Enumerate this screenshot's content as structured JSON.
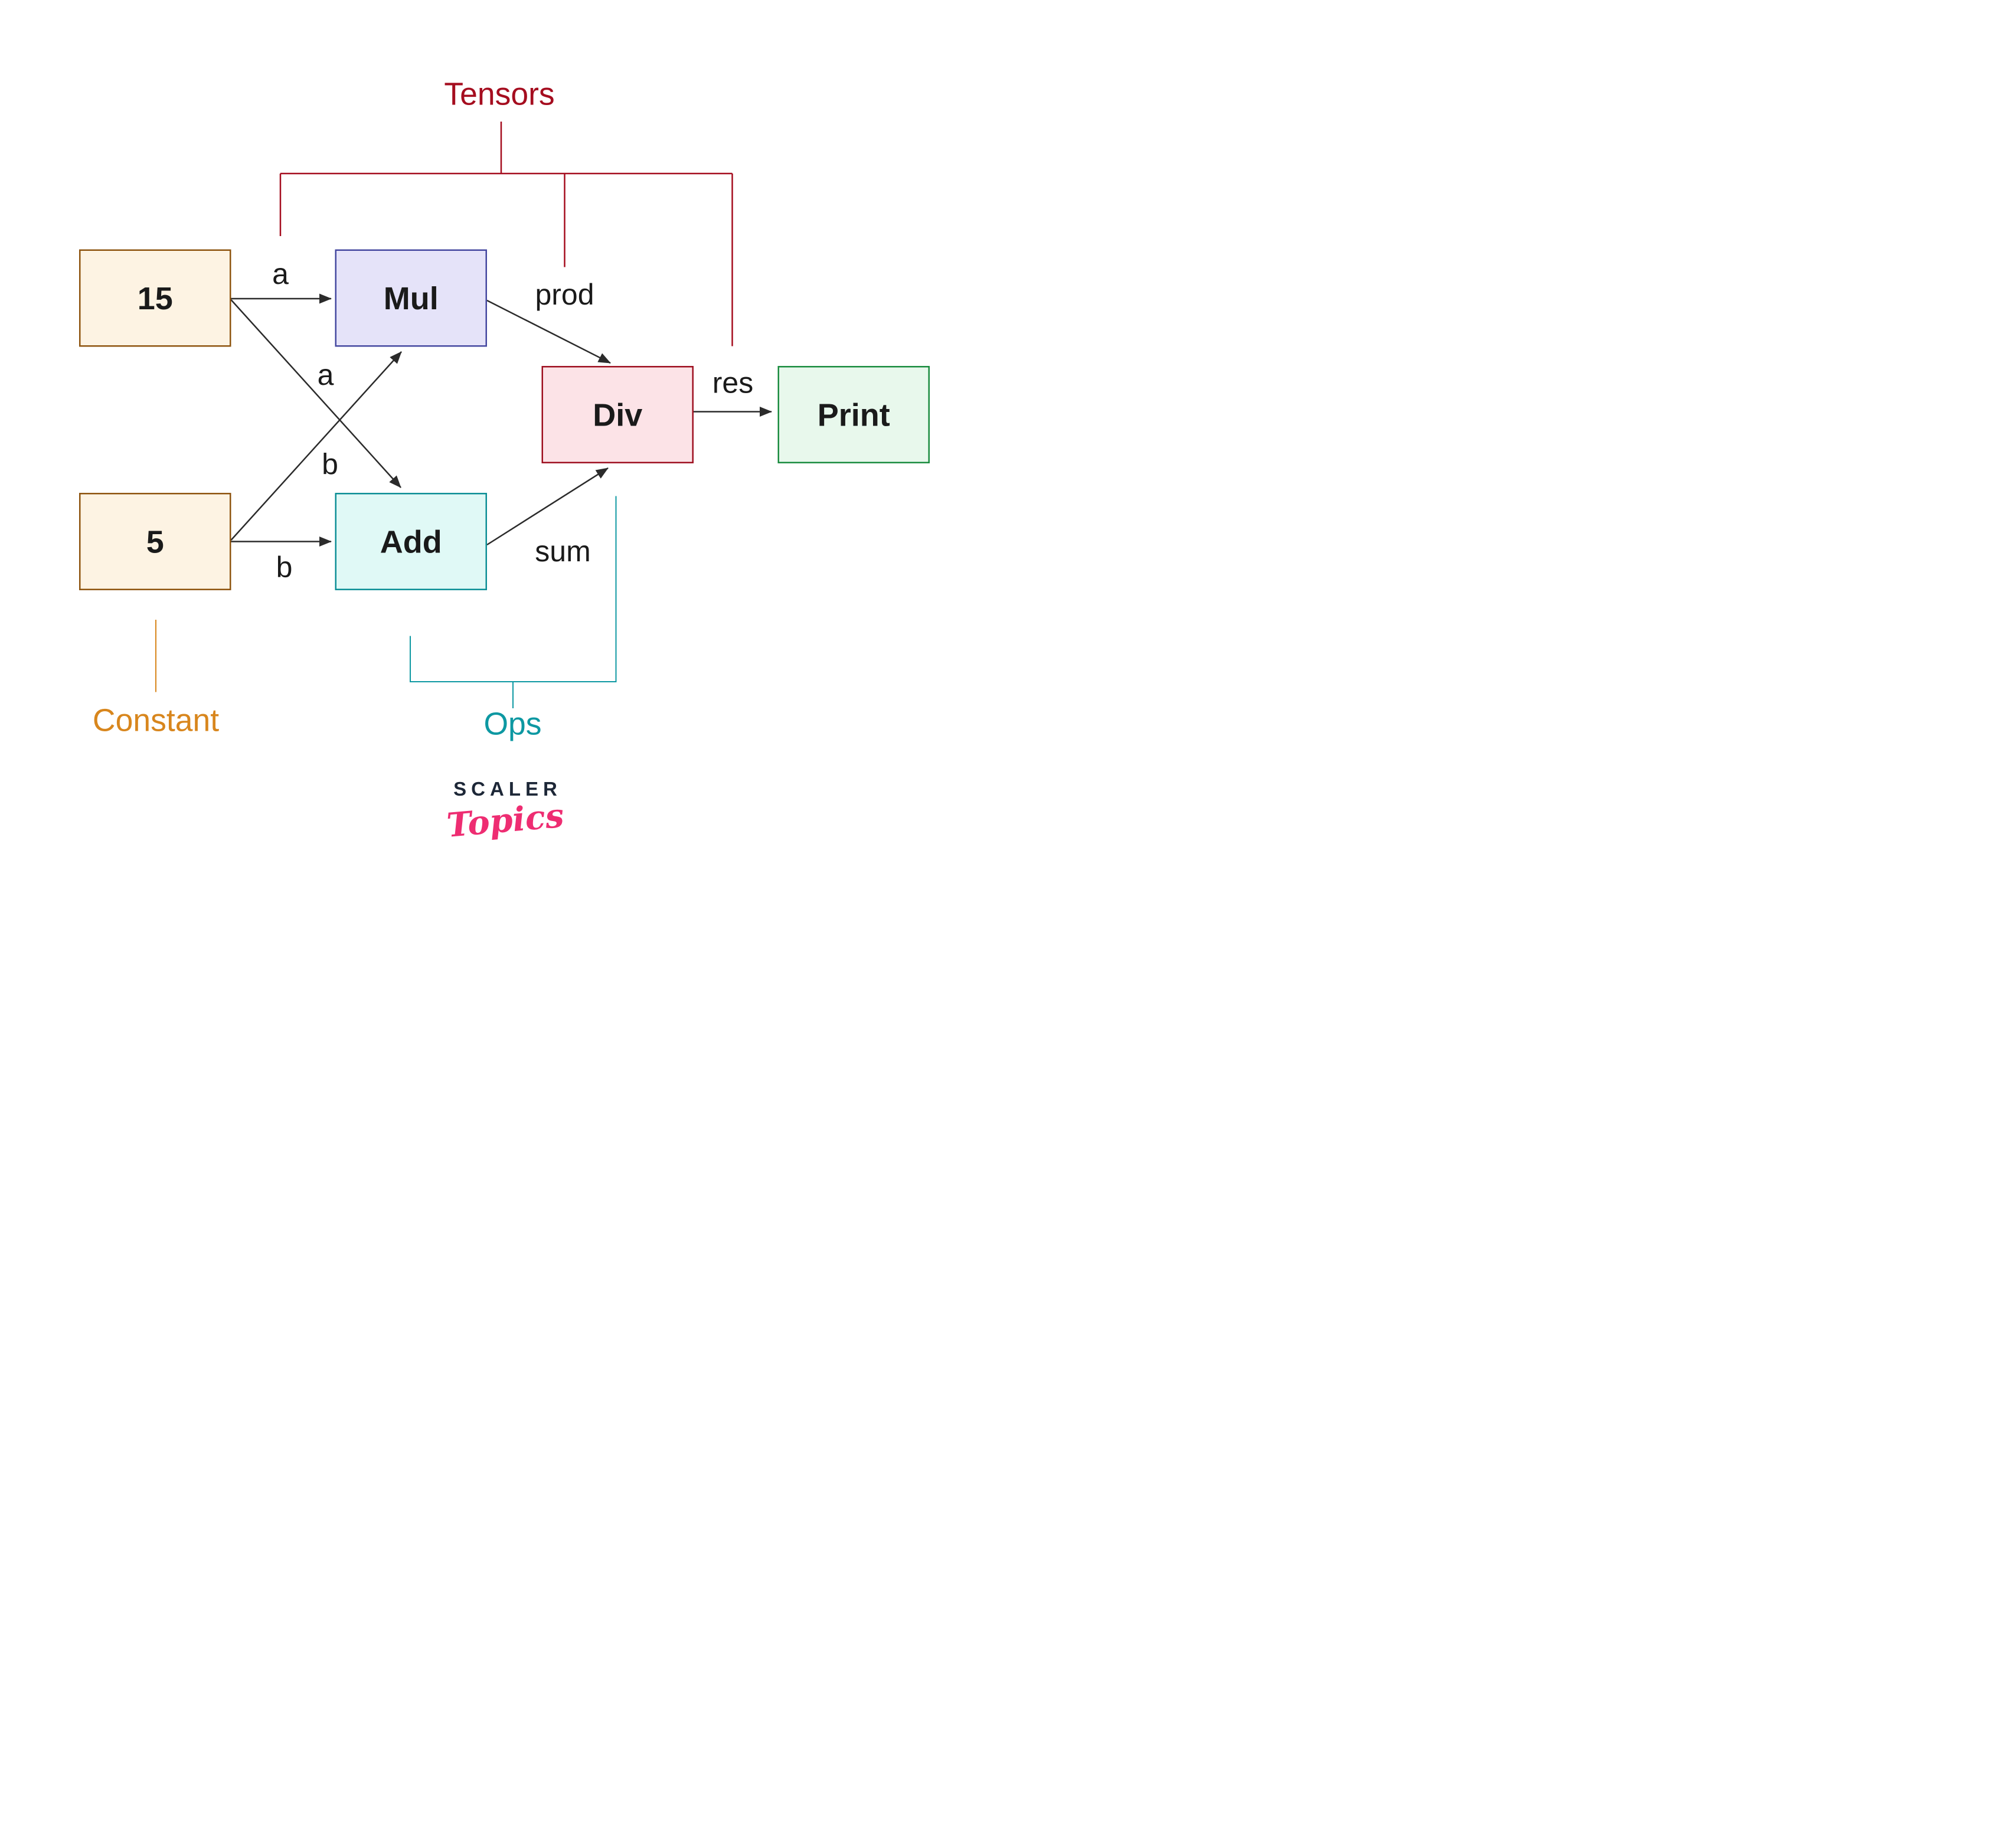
{
  "diagram": {
    "title_label": "Tensors",
    "groups": {
      "tensors": {
        "label": "Tensors"
      },
      "constant": {
        "label": "Constant"
      },
      "ops": {
        "label": "Ops"
      }
    },
    "nodes": [
      {
        "id": "const15",
        "label": "15",
        "type": "constant"
      },
      {
        "id": "const5",
        "label": "5",
        "type": "constant"
      },
      {
        "id": "mul",
        "label": "Mul",
        "type": "op"
      },
      {
        "id": "add",
        "label": "Add",
        "type": "op"
      },
      {
        "id": "div",
        "label": "Div",
        "type": "op"
      },
      {
        "id": "print",
        "label": "Print",
        "type": "output"
      }
    ],
    "edges": [
      {
        "from": "const15",
        "to": "mul",
        "label": "a"
      },
      {
        "from": "const15",
        "to": "add",
        "label": "b"
      },
      {
        "from": "const5",
        "to": "mul",
        "label": "a"
      },
      {
        "from": "const5",
        "to": "add",
        "label": "b"
      },
      {
        "from": "mul",
        "to": "div",
        "label": "prod"
      },
      {
        "from": "add",
        "to": "div",
        "label": "sum"
      },
      {
        "from": "div",
        "to": "print",
        "label": "res"
      }
    ]
  },
  "logo": {
    "scaler": "SCALER",
    "topics": "Topics"
  },
  "colors": {
    "edge": "#2b2b2b",
    "text": "#1a1a1a",
    "tensors": "#a50d1f",
    "ops": "#0d98a2",
    "constant": "#d8861d",
    "const_fill": "#fdf3e3",
    "const_border": "#8e540f",
    "mul_fill": "#e5e3f9",
    "mul_border": "#4548a0",
    "add_fill": "#e0f9f6",
    "add_border": "#0d8f96",
    "div_fill": "#fce3e7",
    "div_border": "#9e1020",
    "print_fill": "#e8f8ec",
    "print_border": "#1a8c3f",
    "scaler": "#1d2737",
    "topics": "#ee2d72"
  }
}
